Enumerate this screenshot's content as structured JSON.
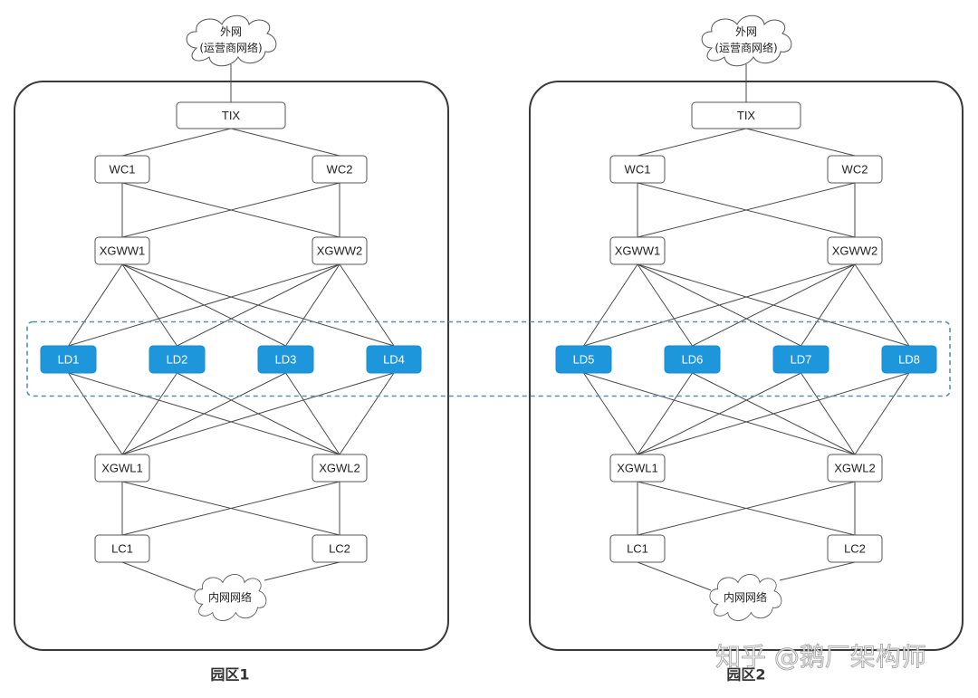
{
  "panels": [
    {
      "label": "园区1",
      "external_cloud": {
        "line1": "外网",
        "line2": "(运营商网络)"
      },
      "internal_cloud": "内网网络",
      "nodes": {
        "tix": "TIX",
        "wc1": "WC1",
        "wc2": "WC2",
        "xgww1": "XGWW1",
        "xgww2": "XGWW2",
        "ld": [
          "LD1",
          "LD2",
          "LD3",
          "LD4"
        ],
        "xgwl1": "XGWL1",
        "xgwl2": "XGWL2",
        "lc1": "LC1",
        "lc2": "LC2"
      }
    },
    {
      "label": "园区2",
      "external_cloud": {
        "line1": "外网",
        "line2": "(运营商网络)"
      },
      "internal_cloud": "内网网络",
      "nodes": {
        "tix": "TIX",
        "wc1": "WC1",
        "wc2": "WC2",
        "xgww1": "XGWW1",
        "xgww2": "XGWW2",
        "ld": [
          "LD5",
          "LD6",
          "LD7",
          "LD8"
        ],
        "xgwl1": "XGWL1",
        "xgwl2": "XGWL2",
        "lc1": "LC1",
        "lc2": "LC2"
      }
    }
  ],
  "edges": [
    [
      "ext_cloud",
      "tix"
    ],
    [
      "tix",
      "wc1"
    ],
    [
      "tix",
      "wc2"
    ],
    [
      "wc1",
      "xgww1"
    ],
    [
      "wc1",
      "xgww2"
    ],
    [
      "wc2",
      "xgww1"
    ],
    [
      "wc2",
      "xgww2"
    ],
    [
      "xgww1",
      "ld1"
    ],
    [
      "xgww1",
      "ld2"
    ],
    [
      "xgww1",
      "ld3"
    ],
    [
      "xgww1",
      "ld4"
    ],
    [
      "xgww2",
      "ld1"
    ],
    [
      "xgww2",
      "ld2"
    ],
    [
      "xgww2",
      "ld3"
    ],
    [
      "xgww2",
      "ld4"
    ],
    [
      "ld1",
      "xgwl1"
    ],
    [
      "ld2",
      "xgwl1"
    ],
    [
      "ld3",
      "xgwl1"
    ],
    [
      "ld4",
      "xgwl1"
    ],
    [
      "ld1",
      "xgwl2"
    ],
    [
      "ld2",
      "xgwl2"
    ],
    [
      "ld3",
      "xgwl2"
    ],
    [
      "ld4",
      "xgwl2"
    ],
    [
      "xgwl1",
      "lc1"
    ],
    [
      "xgwl1",
      "lc2"
    ],
    [
      "xgwl2",
      "lc1"
    ],
    [
      "xgwl2",
      "lc2"
    ],
    [
      "lc1",
      "int_cloud"
    ],
    [
      "lc2",
      "int_cloud"
    ]
  ],
  "ld_group_spans_panels": [
    "园区1",
    "园区2"
  ],
  "watermark": "知乎 @鹅厂架构师",
  "colors": {
    "ld_fill": "#1e96dc",
    "ld_group_border": "#5b8fa6",
    "panel_border": "#3a3a3a",
    "edge": "#4a4a4a",
    "node_border": "#555555"
  }
}
